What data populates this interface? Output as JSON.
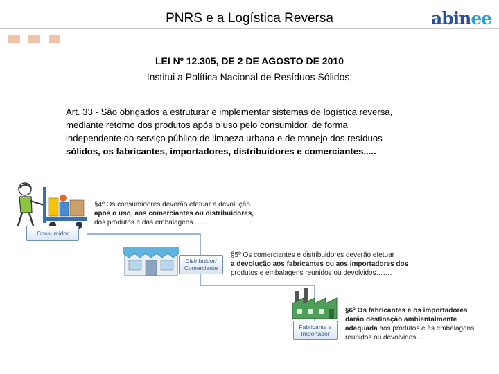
{
  "header": {
    "title": "PNRS e a Logística Reversa",
    "logo": {
      "text_a": "abin",
      "text_e": "ee"
    }
  },
  "law": {
    "heading": "LEI Nº 12.305, DE 2 DE AGOSTO DE 2010",
    "subheading": "Institui a Política Nacional de Resíduos Sólidos;"
  },
  "article": {
    "lines": [
      "Art. 33 - São obrigados a estruturar e implementar sistemas de logística reversa,",
      "mediante retorno dos produtos após o uso pelo consumidor, de forma",
      "independente do serviço público de limpeza urbana e de manejo dos resíduos",
      "sólidos, os fabricantes, importadores, distribuidores e comerciantes....."
    ]
  },
  "flow": {
    "consumer": {
      "label": "Consumidor",
      "text": [
        "§4º Os consumidores deverão efetuar a devolução",
        "após o uso, aos comerciantes ou distribuidores,",
        "dos produtos e das embalagens……."
      ]
    },
    "distributor": {
      "label_1": "Distribuidor/",
      "label_2": "Comerciante",
      "text": [
        "§5º Os comerciantes e distribuidores deverão efetuar",
        "a devolução aos fabricantes ou aos importadores dos",
        "produtos e embalagens reunidos ou devolvidos……."
      ]
    },
    "manufacturer": {
      "label_1": "Fabricante e",
      "label_2": "Importador",
      "text": [
        "§6º Os fabricantes e os importadores",
        "darão destinação ambientalmente",
        "adequada aos produtos e às embalagens",
        "reunidos ou devolvidos….."
      ]
    }
  },
  "colors": {
    "accent_squares": "#f0c4a8",
    "box_border": "#6f8fb5",
    "box_text": "#3a5a88",
    "connector": "#7a9cc4"
  }
}
